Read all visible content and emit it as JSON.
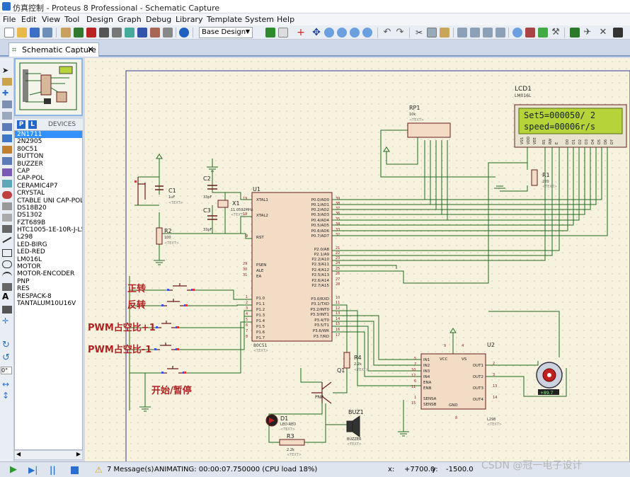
{
  "window": {
    "title": "仿真控制 - Proteus 8 Professional - Schematic Capture"
  },
  "menu": [
    "File",
    "Edit",
    "View",
    "Tool",
    "Design",
    "Graph",
    "Debug",
    "Library",
    "Template",
    "System",
    "Help"
  ],
  "toolbar": {
    "design_select": "Base Design"
  },
  "tab": {
    "label": "Schematic Capture",
    "close": "✕"
  },
  "devices": {
    "p_btn": "P",
    "l_btn": "L",
    "header": "DEVICES",
    "items": [
      "2N1711",
      "2N2905",
      "80C51",
      "BUTTON",
      "BUZZER",
      "CAP",
      "CAP-POL",
      "CERAMIC4P7",
      "CRYSTAL",
      "CTABLE UNI CAP-POL",
      "DS18B20",
      "DS1302",
      "FZT689B",
      "HTC1005-1E-10R-J-L5",
      "L298",
      "LED-BIRG",
      "LED-RED",
      "LM016L",
      "MOTOR",
      "MOTOR-ENCODER",
      "PNP",
      "RES",
      "RESPACK-8",
      "TANTALUM10U16V"
    ],
    "selected": 0
  },
  "left_tools": {
    "angle": "0°"
  },
  "schematic": {
    "lcd": {
      "ref": "LCD1",
      "part": "LM016L",
      "line1": "Set5=000050/ 2",
      "line2": "speed=00006r/s",
      "pins": [
        "VSS",
        "VDD",
        "VEE",
        "RS",
        "RW",
        "E",
        "D0",
        "D1",
        "D2",
        "D3",
        "D4",
        "D5",
        "D6",
        "D7"
      ]
    },
    "rp1": {
      "ref": "RP1",
      "value": "10k",
      "text": "<TEXT>"
    },
    "u1": {
      "ref": "U1",
      "part": "80C51",
      "text": "<TEXT>",
      "left_pins": [
        [
          "19",
          "XTAL1"
        ],
        [
          "18",
          "XTAL2"
        ],
        [
          "9",
          "RST"
        ],
        [
          "29",
          "PSEN"
        ],
        [
          "30",
          "ALE"
        ],
        [
          "31",
          "EA"
        ],
        [
          "1",
          "P1.0"
        ],
        [
          "2",
          "P1.1"
        ],
        [
          "3",
          "P1.2"
        ],
        [
          "4",
          "P1.3"
        ],
        [
          "5",
          "P1.4"
        ],
        [
          "6",
          "P1.5"
        ],
        [
          "7",
          "P1.6"
        ],
        [
          "8",
          "P1.7"
        ]
      ],
      "right_pins": [
        [
          "39",
          "P0.0/AD0"
        ],
        [
          "38",
          "P0.1/AD1"
        ],
        [
          "37",
          "P0.2/AD2"
        ],
        [
          "36",
          "P0.3/AD3"
        ],
        [
          "35",
          "P0.4/AD4"
        ],
        [
          "34",
          "P0.5/AD5"
        ],
        [
          "33",
          "P0.6/AD6"
        ],
        [
          "32",
          "P0.7/AD7"
        ],
        [
          "21",
          "P2.0/A8"
        ],
        [
          "22",
          "P2.1/A9"
        ],
        [
          "23",
          "P2.2/A10"
        ],
        [
          "24",
          "P2.3/A11"
        ],
        [
          "25",
          "P2.4/A12"
        ],
        [
          "26",
          "P2.5/A13"
        ],
        [
          "27",
          "P2.6/A14"
        ],
        [
          "28",
          "P2.7/A15"
        ],
        [
          "10",
          "P3.0/RXD"
        ],
        [
          "11",
          "P3.1/TXD"
        ],
        [
          "12",
          "P3.2/INT0"
        ],
        [
          "13",
          "P3.3/INT1"
        ],
        [
          "14",
          "P3.4/T0"
        ],
        [
          "15",
          "P3.5/T1"
        ],
        [
          "16",
          "P3.6/WR"
        ],
        [
          "17",
          "P3.7/RD"
        ]
      ]
    },
    "c1": {
      "ref": "C1",
      "value": "1uF",
      "text": "<TEXT>"
    },
    "c2": {
      "ref": "C2",
      "value": "33pF",
      "text": "<TEXT>"
    },
    "c3": {
      "ref": "C3",
      "value": "33pF",
      "text": "<TEXT>"
    },
    "x1": {
      "ref": "X1",
      "value": "11.0592MHz",
      "text": "<TEXT>"
    },
    "r1": {
      "ref": "R1",
      "value": "220",
      "text": "<TEXT>"
    },
    "r2": {
      "ref": "R2",
      "value": "100",
      "text": "<TEXT>"
    },
    "r3": {
      "ref": "R3",
      "value": "2.2k",
      "text": "<TEXT>"
    },
    "r4": {
      "ref": "R4",
      "value": "2.2k",
      "text": "<TEXT>"
    },
    "q1": {
      "ref": "Q1",
      "part": "PNP"
    },
    "d1": {
      "ref": "D1",
      "part": "LED-RED",
      "text": "<TEXT>"
    },
    "buz1": {
      "ref": "BUZ1",
      "part": "BUZZER",
      "text": "<TEXT>"
    },
    "u2": {
      "ref": "U2",
      "part": "L298",
      "text": "<TEXT>",
      "left_pins": [
        [
          "5",
          "IN1"
        ],
        [
          "7",
          "IN2"
        ],
        [
          "10",
          "IN3"
        ],
        [
          "12",
          "IN4"
        ],
        [
          "6",
          "ENA"
        ],
        [
          "11",
          "ENB"
        ],
        [
          "1",
          "SENSA"
        ],
        [
          "15",
          "SENSB"
        ]
      ],
      "right_pins": [
        [
          "2",
          "OUT1"
        ],
        [
          "3",
          "OUT2"
        ],
        [
          "13",
          "OUT3"
        ],
        [
          "14",
          "OUT4"
        ]
      ],
      "top_labels": [
        "VCC",
        "VS"
      ],
      "bottom_label": "GND",
      "gnd_pin": "8",
      "top_pins": [
        "9",
        "4"
      ]
    },
    "motor_value": "+89.7",
    "buttons": [
      "正转",
      "反转",
      "PWM占空比+1",
      "PWM占空比-1",
      "开始/暂停"
    ]
  },
  "status": {
    "messages": "7 Message(s)",
    "animating": "ANIMATING: 00:00:07.750000 (CPU load 18%)",
    "x_label": "x:",
    "x": "+7700.0",
    "y_label": "y:",
    "y": "-1500.0"
  },
  "watermark": "CSDN @冠一电子设计",
  "colors": {
    "wire": "#1f6b1f",
    "component": "#8b1a1a",
    "chip_fill": "#f2dcc6",
    "canvas_bg": "#f7f2de",
    "lcd_bg": "#b7d33a",
    "selection": "#3391ff"
  }
}
